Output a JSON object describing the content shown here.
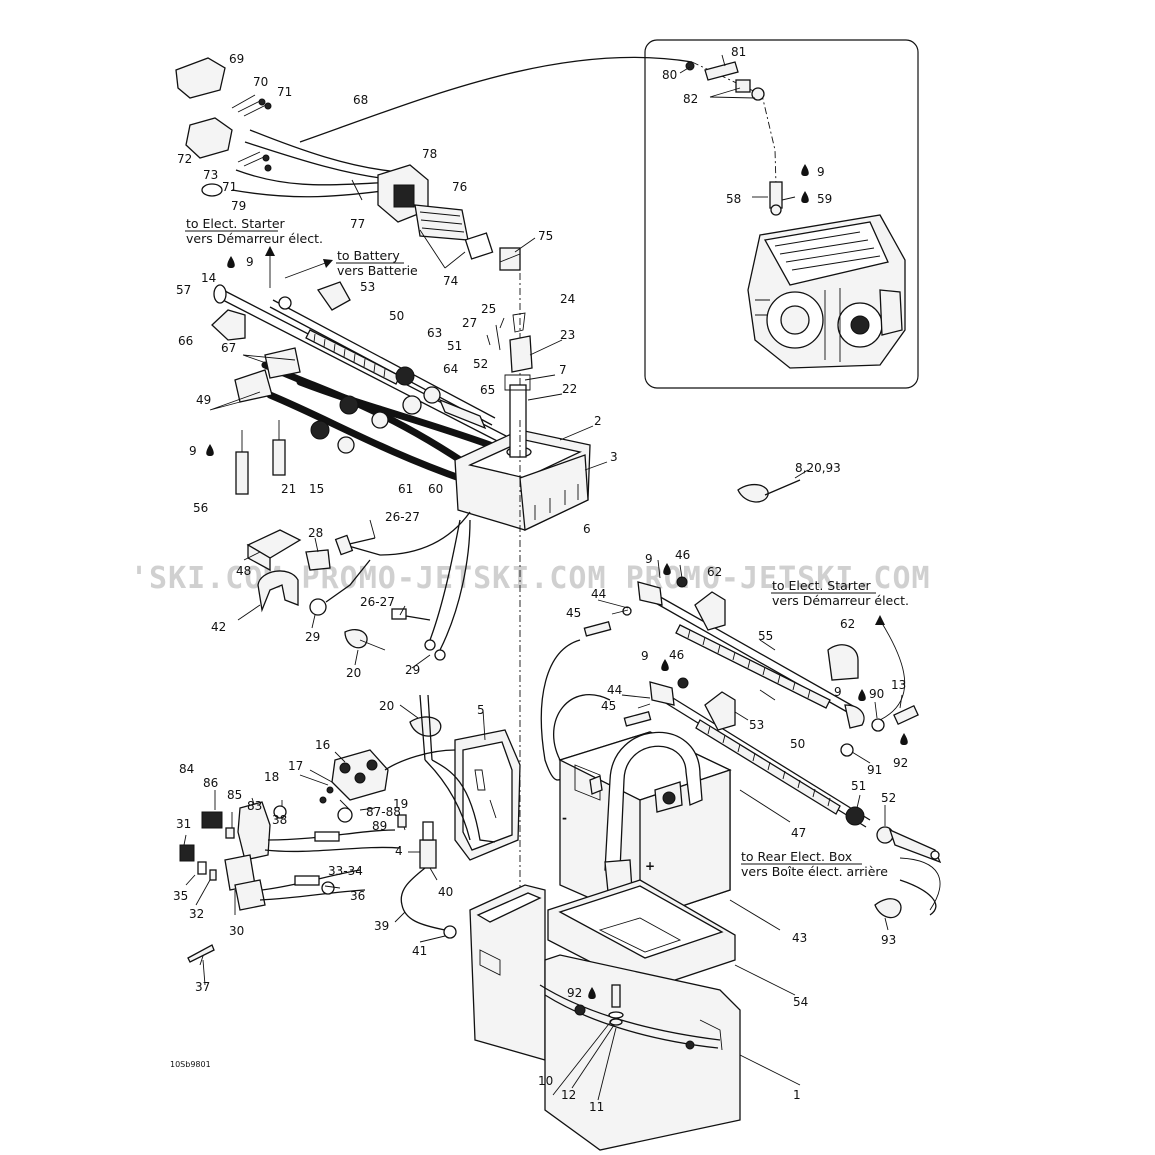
{
  "watermark": "'SKI.COM  PROMO-JETSKI.COM  PROMO-JETSKI.COM",
  "notes": {
    "elect_starter_1": [
      "to Elect. Starter",
      "vers Démarreur élect."
    ],
    "battery": [
      "to Battery",
      "vers Batterie"
    ],
    "elect_starter_2": [
      "to Elect. Starter",
      "vers Démarreur élect."
    ],
    "rear_elect_box": [
      "to Rear Elect. Box",
      "vers Boîte élect. arrière"
    ]
  },
  "drawing_ref": "10Sb9801",
  "battery_signs": {
    "minus": "-",
    "plus": "+"
  },
  "labels": [
    {
      "id": "p69",
      "text": "69"
    },
    {
      "id": "p70",
      "text": "70"
    },
    {
      "id": "p71a",
      "text": "71"
    },
    {
      "id": "p68",
      "text": "68"
    },
    {
      "id": "p72",
      "text": "72"
    },
    {
      "id": "p73",
      "text": "73"
    },
    {
      "id": "p71b",
      "text": "71"
    },
    {
      "id": "p78",
      "text": "78"
    },
    {
      "id": "p76",
      "text": "76"
    },
    {
      "id": "p79",
      "text": "79"
    },
    {
      "id": "p77",
      "text": "77"
    },
    {
      "id": "p75",
      "text": "75"
    },
    {
      "id": "p74",
      "text": "74"
    },
    {
      "id": "p9a",
      "text": "9"
    },
    {
      "id": "p57",
      "text": "57"
    },
    {
      "id": "p14",
      "text": "14"
    },
    {
      "id": "p53a",
      "text": "53"
    },
    {
      "id": "p66",
      "text": "66"
    },
    {
      "id": "p50a",
      "text": "50"
    },
    {
      "id": "p25",
      "text": "25"
    },
    {
      "id": "p24",
      "text": "24"
    },
    {
      "id": "p27",
      "text": "27"
    },
    {
      "id": "p63",
      "text": "63"
    },
    {
      "id": "p23",
      "text": "23"
    },
    {
      "id": "p67",
      "text": "67"
    },
    {
      "id": "p51a",
      "text": "51"
    },
    {
      "id": "p52a",
      "text": "52"
    },
    {
      "id": "p7",
      "text": "7"
    },
    {
      "id": "p64",
      "text": "64"
    },
    {
      "id": "p22",
      "text": "22"
    },
    {
      "id": "p65",
      "text": "65"
    },
    {
      "id": "p49",
      "text": "49"
    },
    {
      "id": "p2",
      "text": "2"
    },
    {
      "id": "p9b",
      "text": "9"
    },
    {
      "id": "p3",
      "text": "3"
    },
    {
      "id": "p21",
      "text": "21"
    },
    {
      "id": "p15",
      "text": "15"
    },
    {
      "id": "p61",
      "text": "61"
    },
    {
      "id": "p60",
      "text": "60"
    },
    {
      "id": "p56",
      "text": "56"
    },
    {
      "id": "p8_20_93",
      "text": "8,20,93"
    },
    {
      "id": "p26_27a",
      "text": "26-27"
    },
    {
      "id": "p6",
      "text": "6"
    },
    {
      "id": "p28",
      "text": "28"
    },
    {
      "id": "p48",
      "text": "48"
    },
    {
      "id": "p9c",
      "text": "9"
    },
    {
      "id": "p46a",
      "text": "46"
    },
    {
      "id": "p62a",
      "text": "62"
    },
    {
      "id": "p44a",
      "text": "44"
    },
    {
      "id": "p26_27b",
      "text": "26-27"
    },
    {
      "id": "p42",
      "text": "42"
    },
    {
      "id": "p45a",
      "text": "45"
    },
    {
      "id": "p29a",
      "text": "29"
    },
    {
      "id": "p55",
      "text": "55"
    },
    {
      "id": "p62b",
      "text": "62"
    },
    {
      "id": "p20a",
      "text": "20"
    },
    {
      "id": "p29b",
      "text": "29"
    },
    {
      "id": "p9d",
      "text": "9"
    },
    {
      "id": "p46b",
      "text": "46"
    },
    {
      "id": "p90",
      "text": "90"
    },
    {
      "id": "p13",
      "text": "13"
    },
    {
      "id": "p9e",
      "text": "9"
    },
    {
      "id": "p44b",
      "text": "44"
    },
    {
      "id": "p45b",
      "text": "45"
    },
    {
      "id": "p53b",
      "text": "53"
    },
    {
      "id": "p20b",
      "text": "20"
    },
    {
      "id": "p5",
      "text": "5"
    },
    {
      "id": "p91",
      "text": "91"
    },
    {
      "id": "p92a",
      "text": "92"
    },
    {
      "id": "p16",
      "text": "16"
    },
    {
      "id": "p50b",
      "text": "50"
    },
    {
      "id": "p84",
      "text": "84"
    },
    {
      "id": "p86",
      "text": "86"
    },
    {
      "id": "p17",
      "text": "17"
    },
    {
      "id": "p18",
      "text": "18"
    },
    {
      "id": "p85",
      "text": "85"
    },
    {
      "id": "p83",
      "text": "83"
    },
    {
      "id": "p38",
      "text": "38"
    },
    {
      "id": "p19",
      "text": "19"
    },
    {
      "id": "p87_88",
      "text": "87-88"
    },
    {
      "id": "p89",
      "text": "89"
    },
    {
      "id": "p51b",
      "text": "51"
    },
    {
      "id": "p52b",
      "text": "52"
    },
    {
      "id": "p31",
      "text": "31"
    },
    {
      "id": "p47",
      "text": "47"
    },
    {
      "id": "p4",
      "text": "4"
    },
    {
      "id": "p33_34",
      "text": "33-34"
    },
    {
      "id": "p35",
      "text": "35"
    },
    {
      "id": "p36",
      "text": "36"
    },
    {
      "id": "p40",
      "text": "40"
    },
    {
      "id": "p32",
      "text": "32"
    },
    {
      "id": "p30",
      "text": "30"
    },
    {
      "id": "p39",
      "text": "39"
    },
    {
      "id": "p43",
      "text": "43"
    },
    {
      "id": "p93",
      "text": "93"
    },
    {
      "id": "p41",
      "text": "41"
    },
    {
      "id": "p37",
      "text": "37"
    },
    {
      "id": "p92b",
      "text": "92"
    },
    {
      "id": "p54",
      "text": "54"
    },
    {
      "id": "p10",
      "text": "10"
    },
    {
      "id": "p1",
      "text": "1"
    },
    {
      "id": "p12",
      "text": "12"
    },
    {
      "id": "p11",
      "text": "11"
    },
    {
      "id": "p81",
      "text": "81"
    },
    {
      "id": "p80",
      "text": "80"
    },
    {
      "id": "p82",
      "text": "82"
    },
    {
      "id": "p9f",
      "text": "9"
    },
    {
      "id": "p58",
      "text": "58"
    },
    {
      "id": "p59",
      "text": "59"
    }
  ]
}
